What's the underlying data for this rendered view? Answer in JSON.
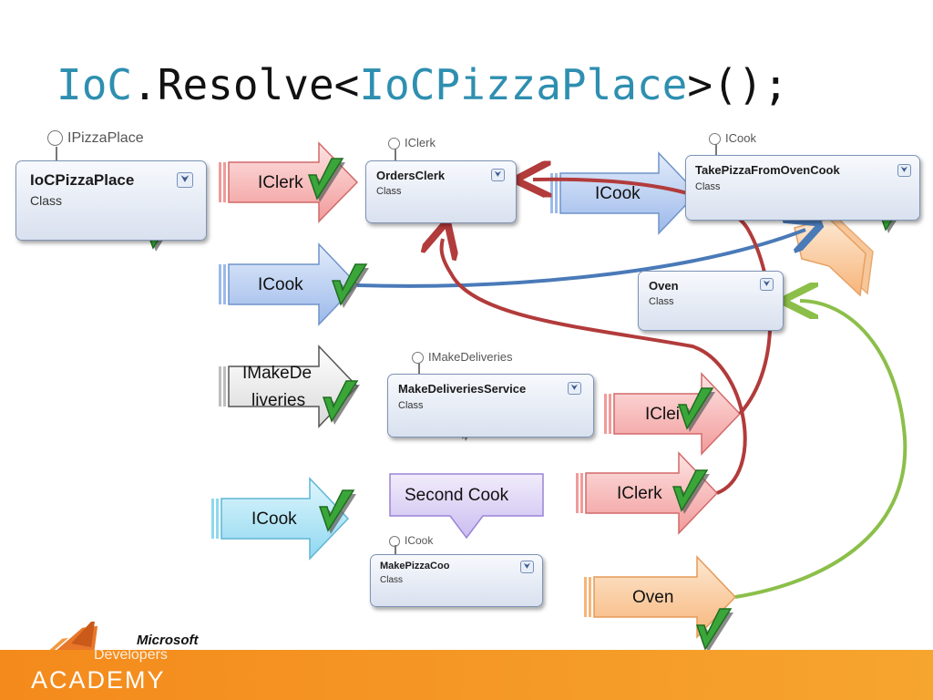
{
  "title": {
    "prefix": "IoC",
    "middle": ".Resolve<",
    "generic": "IoCPizzaPlace",
    "suffix": ">();"
  },
  "classes": {
    "iocpizzaplace": {
      "name": "IoCPizzaPlace",
      "kind": "Class",
      "interface": "IPizzaPlace"
    },
    "ordersclerk": {
      "name": "OrdersClerk",
      "kind": "Class",
      "interface": "IClerk"
    },
    "takepizza": {
      "name": "TakePizzaFromOvenCook",
      "kind": "Class",
      "interface": "ICook"
    },
    "oven": {
      "name": "Oven",
      "kind": "Class"
    },
    "makedeliveries": {
      "name": "MakeDeliveriesService",
      "kind": "Class",
      "interface": "IMakeDeliveries"
    },
    "makepizzacook": {
      "name": "MakePizzaCoo",
      "kind": "Class",
      "interface": "ICook"
    }
  },
  "arrows": {
    "iclerk1": "IClerk",
    "icook1": "ICook",
    "icook2": "ICook",
    "imakedeliveries_l1": "IMakeDe",
    "imakedeliveries_l2": "liveries",
    "icle": "IClei",
    "iclerk2": "IClerk",
    "icook3": "ICook",
    "oven": "Oven"
  },
  "callout": "Second Cook",
  "logo": {
    "company": "Microsoft",
    "line1": "Developers",
    "line2": "ACADEMY"
  },
  "colors": {
    "title_keyword": "#2e8fb0",
    "check_green": "#3aa63a",
    "arrow_red": "#b23b3b",
    "arrow_blue": "#4a7ab8",
    "arrow_green": "#8cbf4a",
    "footer_orange": "#f48a1c"
  }
}
